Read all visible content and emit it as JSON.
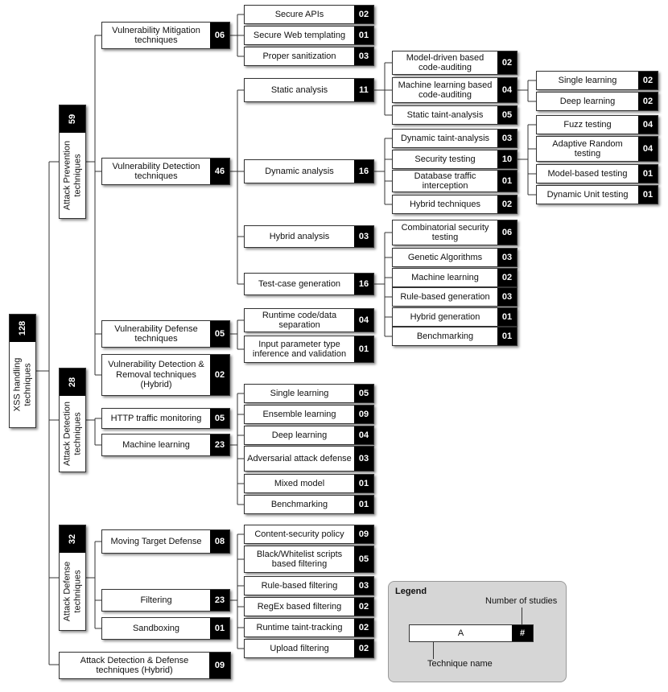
{
  "root": {
    "label": "XSS handling techniques",
    "count": "128"
  },
  "groups": [
    {
      "label": "Attack Prevention techniques",
      "count": "59"
    },
    {
      "label": "Attack Detection techniques",
      "count": "28"
    },
    {
      "label": "Attack Defense techniques",
      "count": "32"
    }
  ],
  "hybrid_group": {
    "label": "Attack Detection & Defense techniques (Hybrid)",
    "count": "09"
  },
  "prevention": [
    {
      "label": "Vulnerability Mitigation techniques",
      "count": "06",
      "children": [
        {
          "label": "Secure APIs",
          "count": "02"
        },
        {
          "label": "Secure Web templating",
          "count": "01"
        },
        {
          "label": "Proper sanitization",
          "count": "03"
        }
      ]
    },
    {
      "label": "Vulnerability Detection techniques",
      "count": "46",
      "children": [
        {
          "label": "Static analysis",
          "count": "11",
          "children": [
            {
              "label": "Model-driven based code-auditing",
              "count": "02"
            },
            {
              "label": "Machine learning based code-auditing",
              "count": "04",
              "children": [
                {
                  "label": "Single learning",
                  "count": "02"
                },
                {
                  "label": "Deep learning",
                  "count": "02"
                }
              ]
            },
            {
              "label": "Static taint-analysis",
              "count": "05"
            }
          ]
        },
        {
          "label": "Dynamic analysis",
          "count": "16",
          "children": [
            {
              "label": "Dynamic taint-analysis",
              "count": "03"
            },
            {
              "label": "Security testing",
              "count": "10",
              "children": [
                {
                  "label": "Fuzz testing",
                  "count": "04"
                },
                {
                  "label": "Adaptive Random testing",
                  "count": "04"
                },
                {
                  "label": "Model-based testing",
                  "count": "01"
                },
                {
                  "label": "Dynamic Unit testing",
                  "count": "01"
                }
              ]
            },
            {
              "label": "Database traffic interception",
              "count": "01"
            },
            {
              "label": "Hybrid techniques",
              "count": "02"
            }
          ]
        },
        {
          "label": "Hybrid analysis",
          "count": "03"
        },
        {
          "label": "Test-case generation",
          "count": "16",
          "children": [
            {
              "label": "Combinatorial security testing",
              "count": "06"
            },
            {
              "label": "Genetic Algorithms",
              "count": "03"
            },
            {
              "label": "Machine learning",
              "count": "02"
            },
            {
              "label": "Rule-based generation",
              "count": "03"
            },
            {
              "label": "Hybrid generation",
              "count": "01"
            },
            {
              "label": "Benchmarking",
              "count": "01"
            }
          ]
        }
      ]
    },
    {
      "label": "Vulnerability Defense techniques",
      "count": "05",
      "children": [
        {
          "label": "Runtime code/data separation",
          "count": "04"
        },
        {
          "label": "Input parameter type inference and validation",
          "count": "01"
        }
      ]
    },
    {
      "label": "Vulnerability Detection & Removal techniques (Hybrid)",
      "count": "02"
    }
  ],
  "detection": [
    {
      "label": "HTTP traffic monitoring",
      "count": "05"
    },
    {
      "label": "Machine learning",
      "count": "23",
      "children": [
        {
          "label": "Single learning",
          "count": "05"
        },
        {
          "label": "Ensemble learning",
          "count": "09"
        },
        {
          "label": "Deep learning",
          "count": "04"
        },
        {
          "label": "Adversarial attack defense",
          "count": "03"
        },
        {
          "label": "Mixed model",
          "count": "01"
        },
        {
          "label": "Benchmarking",
          "count": "01"
        }
      ]
    }
  ],
  "defense": [
    {
      "label": "Moving Target Defense",
      "count": "08"
    },
    {
      "label": "Filtering",
      "count": "23",
      "children": [
        {
          "label": "Content-security policy",
          "count": "09"
        },
        {
          "label": "Black/Whitelist scripts based filtering",
          "count": "05"
        },
        {
          "label": "Rule-based filtering",
          "count": "03"
        },
        {
          "label": "RegEx based filtering",
          "count": "02"
        },
        {
          "label": "Runtime taint-tracking",
          "count": "02"
        },
        {
          "label": "Upload filtering",
          "count": "02"
        }
      ]
    },
    {
      "label": "Sandboxing",
      "count": "01"
    }
  ],
  "legend": {
    "title": "Legend",
    "number_label": "Number of studies",
    "technique_label": "Technique name",
    "sample_label": "A",
    "sample_count": "#"
  },
  "colors": {
    "count_bg": "#000000",
    "legend_bg": "#d6d6d6",
    "line": "#333333"
  }
}
